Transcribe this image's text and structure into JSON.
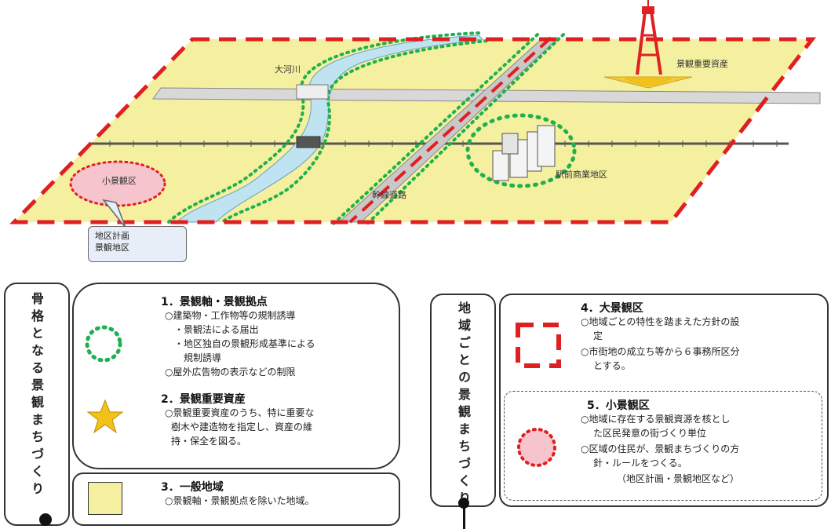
{
  "scene": {
    "river_label": "大河川",
    "tower_label": "景観重要資産",
    "small_area_label": "小景観区",
    "road_label": "幹線道路",
    "station_label": "駅前商業地区",
    "callout_line1": "地区計画",
    "callout_line2": "景観地区"
  },
  "left_panel": {
    "vertical_title": "骨格となる景観まちづくり",
    "sec1": {
      "title": "1．景観軸・景観拠点",
      "lines": [
        "○建築物・工作物等の規制誘導",
        "・景観法による届出",
        "・地区独自の景観形成基準による",
        "　規制誘導",
        "○屋外広告物の表示などの制限"
      ]
    },
    "sec2": {
      "title": "2．景観重要資産",
      "lines": [
        "○景観重要資産のうち、特に重要な",
        "樹木や建造物を指定し、資産の維",
        "持・保全を図る。"
      ]
    },
    "sec3": {
      "title": "3．一般地域",
      "lines": [
        "○景観軸・景観拠点を除いた地域。"
      ]
    }
  },
  "right_panel": {
    "vertical_title": "地域ごとの景観まちづくり",
    "sec4": {
      "title": "4．大景観区",
      "lines": [
        "○地域ごとの特性を踏まえた方針の設",
        "定",
        "○市街地の成立ち等から６事務所区分",
        "とする。"
      ]
    },
    "sec5": {
      "title": "5．小景観区",
      "lines": [
        "○地域に存在する景観資源を核とし",
        "た区民発意の街づくり単位",
        "○区域の住民が、景観まちづくりの方",
        "針・ルールをつくる。",
        "（地区計画・景観地区など）"
      ]
    }
  },
  "colors": {
    "ground": "#f4f0a0",
    "dashed_red": "#e02020",
    "dotted_green": "#20b050",
    "river": "#bfe3f0",
    "small_area_fill": "#f5c4cc",
    "star": "#f2c21b"
  }
}
